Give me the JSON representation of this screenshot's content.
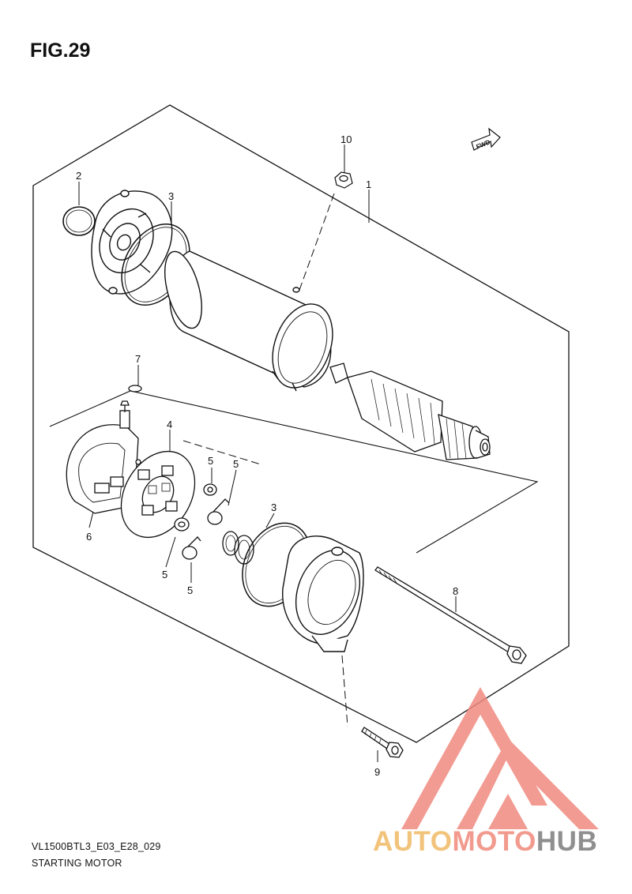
{
  "figure": {
    "title": "FIG.29",
    "fwd_label": "FWD"
  },
  "callouts": [
    {
      "label": "10"
    },
    {
      "label": "1"
    },
    {
      "label": "2"
    },
    {
      "label": "3"
    },
    {
      "label": "7"
    },
    {
      "label": "4"
    },
    {
      "label": "5"
    },
    {
      "label": "5"
    },
    {
      "label": "3"
    },
    {
      "label": "6"
    },
    {
      "label": "5"
    },
    {
      "label": "5"
    },
    {
      "label": "8"
    },
    {
      "label": "9"
    }
  ],
  "footer": {
    "model_code": "VL1500BTL3_E03_E28_029",
    "part_name": "STARTING MOTOR"
  },
  "watermark": {
    "part1": "AUTO",
    "part2": "MOTO",
    "part3": "HUB",
    "colors": {
      "auto": "#f2c37a",
      "moto": "#f29a8e",
      "hub": "#8f8f8f",
      "logo": "#f08a80"
    }
  }
}
